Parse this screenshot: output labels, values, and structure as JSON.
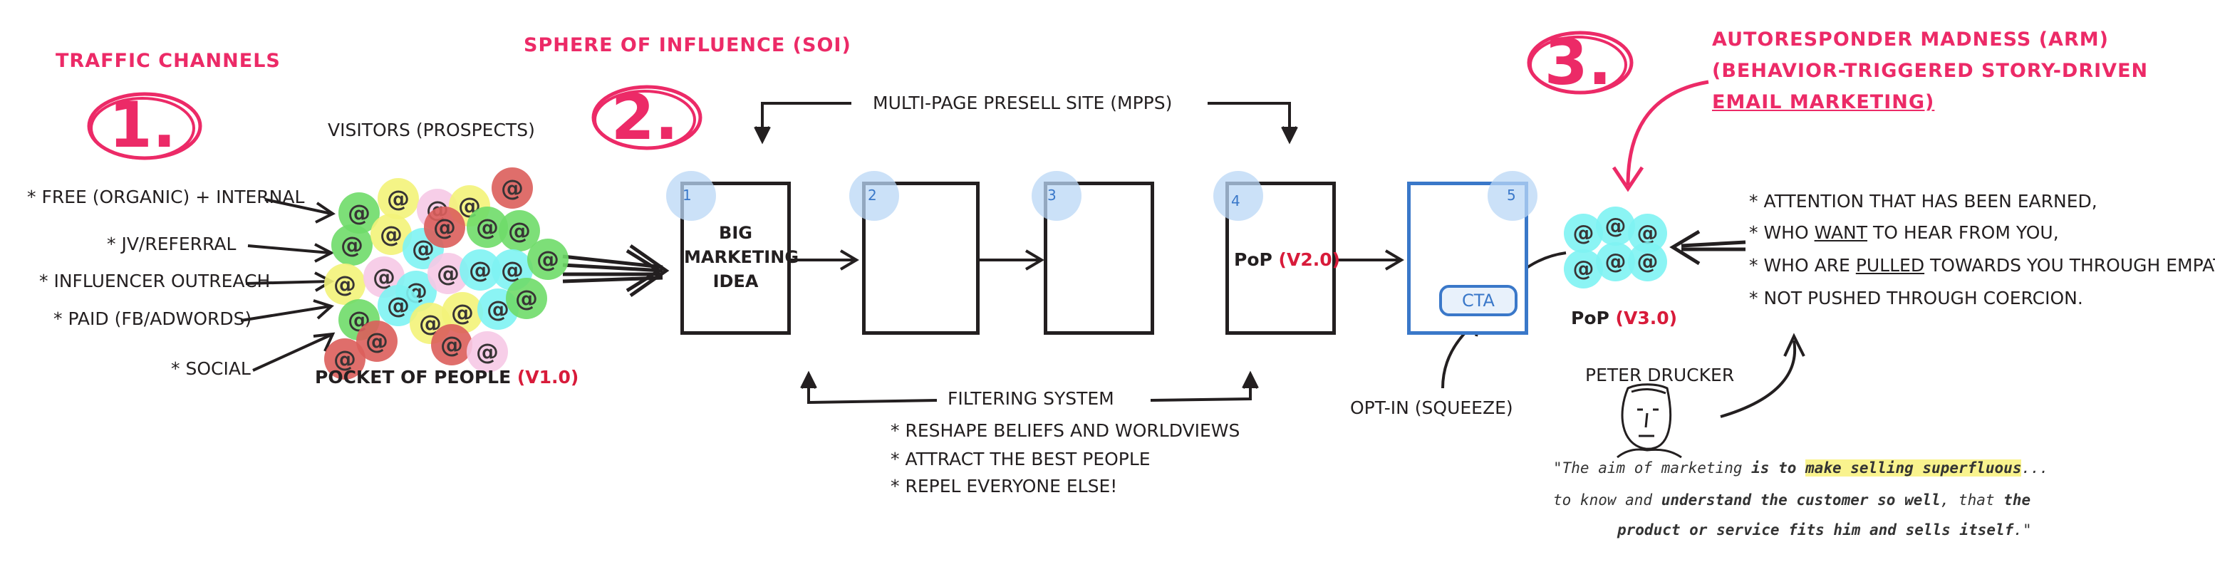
{
  "headings": {
    "traffic": "TRAFFIC CHANNELS",
    "soi": "SPHERE OF INFLUENCE (SOI)",
    "arm1": "AUTORESPONDER MADNESS (ARM)",
    "arm2": "(BEHAVIOR-TRIGGERED STORY-DRIVEN",
    "arm3": "EMAIL MARKETING)"
  },
  "step_numbers": [
    "1.",
    "2.",
    "3."
  ],
  "visitors_label": "VISITORS (PROSPECTS)",
  "traffic_sources": [
    "* FREE (ORGANIC) + INTERNAL",
    "* JV/REFERRAL",
    "* INFLUENCER OUTREACH",
    "* PAID (FB/ADWORDS)",
    "* SOCIAL"
  ],
  "pocket": {
    "label": "POCKET OF PEOPLE",
    "version": "(V1.0)"
  },
  "at_symbol": "@",
  "mpps_label": "MULTI-PAGE PRESELL SITE (MPPS)",
  "boxes": [
    {
      "num": "1",
      "text_lines": [
        "BIG",
        "MARKETING",
        "IDEA"
      ]
    },
    {
      "num": "2"
    },
    {
      "num": "3"
    },
    {
      "num": "4",
      "pop": "PoP",
      "version": "(V2.0)"
    },
    {
      "num": "5",
      "cta": "CTA"
    }
  ],
  "filtering": {
    "title": "FILTERING SYSTEM",
    "items": [
      "* RESHAPE BELIEFS AND WORLDVIEWS",
      "* ATTRACT THE BEST PEOPLE",
      "* REPEL EVERYONE ELSE!"
    ]
  },
  "optin": "OPT-IN (SQUEEZE)",
  "pop3": {
    "label": "PoP",
    "version": "(V3.0)"
  },
  "attention": {
    "l1": "* ATTENTION THAT HAS BEEN EARNED,",
    "l2_pre": "* WHO ",
    "l2_ul": "WANT",
    "l2_post": " TO HEAR FROM YOU,",
    "l3_pre": "* WHO ARE ",
    "l3_ul": "PULLED",
    "l3_post": " TOWARDS YOU THROUGH EMPATHY,",
    "l4": "* NOT PUSHED THROUGH COERCION."
  },
  "drucker_name": "PETER DRUCKER",
  "quote": {
    "l1_a": "\"The aim of marketing ",
    "l1_b": "is to",
    "l1_c": " ",
    "l1_hl": "make selling superfluous",
    "l1_d": "...",
    "l2_a": "to know and ",
    "l2_b": "understand the customer so well",
    "l2_c": ", that ",
    "l2_d": "the",
    "l3_a": "product or service fits him and sells itself",
    "l3_b": ".\""
  },
  "colors": {
    "pink": "#ec2a67",
    "blue": "#3a78c9",
    "dot_red": "#dc5f5c",
    "dot_green": "#6fdc6a",
    "dot_yellow": "#f3f37a",
    "dot_pink": "#f7c9e6",
    "dot_cyan": "#7ff3f3"
  }
}
